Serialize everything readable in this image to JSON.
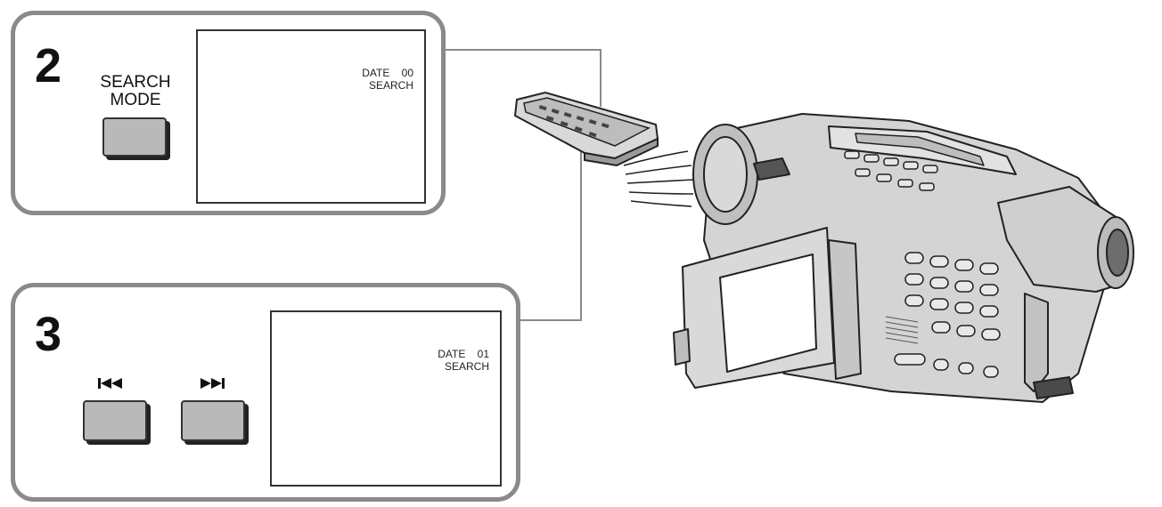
{
  "step2": {
    "number": "2",
    "button_label_line1": "SEARCH",
    "button_label_line2": "MODE",
    "screen_line1": "DATE    00",
    "screen_line2": "SEARCH"
  },
  "step3": {
    "number": "3",
    "screen_line1": "DATE    01",
    "screen_line2": "SEARCH",
    "prev_icon": "skip-previous-icon",
    "next_icon": "skip-next-icon"
  },
  "colors": {
    "panel_border": "#8a8a8a",
    "button_fill": "#b9b9b9",
    "camcorder_fill": "#d4d4d4",
    "line": "#222222"
  }
}
